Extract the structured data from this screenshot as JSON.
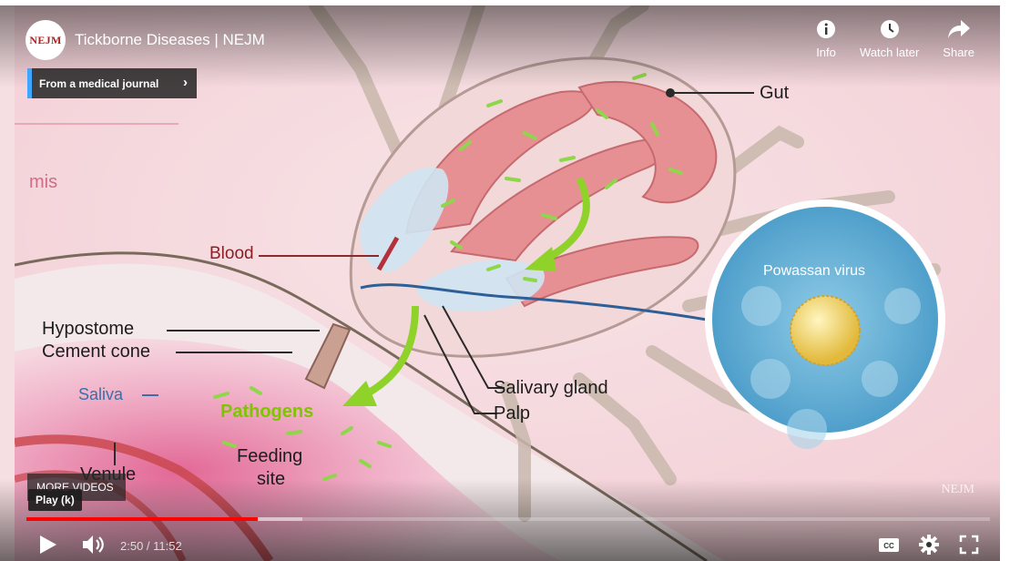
{
  "video": {
    "title": "Tickborne Diseases | NEJM",
    "channel_badge": "NEJM",
    "watermark": "NEJM",
    "info_card": "From a medical journal",
    "more_videos": "MORE VIDEOS",
    "tooltip": "Play (k)",
    "time": "2:50 / 11:52",
    "progress_played_fraction": 0.24,
    "progress_buffered_fraction": 0.286
  },
  "actions": {
    "info": "Info",
    "watch_later": "Watch later",
    "share": "Share"
  },
  "illustration": {
    "gut": "Gut",
    "blood": "Blood",
    "hypostome": "Hypostome",
    "cement_cone": "Cement cone",
    "saliva": "Saliva",
    "pathogens": "Pathogens",
    "feeding_site": [
      "Feeding",
      "site"
    ],
    "venule": "Venule",
    "salivary_gland": "Salivary gland",
    "palp": "Palp",
    "powassan": "Powassan virus",
    "dermis_fragment": "mis"
  },
  "colors": {
    "progress": "#ff0000",
    "pathogens_text": "#7fc400",
    "saliva_text": "#3a6fa8",
    "info_card_accent": "#3ea6ff"
  },
  "icons": [
    "info-icon",
    "clock-icon",
    "share-icon",
    "chevron-right-icon",
    "play-icon",
    "volume-icon",
    "captions-icon",
    "settings-icon",
    "fullscreen-icon"
  ]
}
